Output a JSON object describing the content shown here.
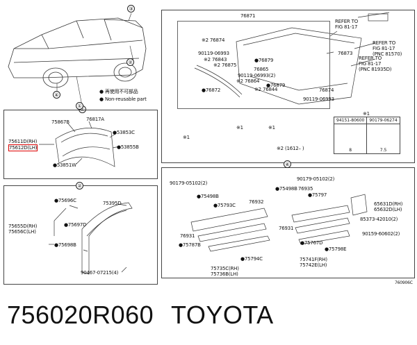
{
  "footer": {
    "part_number": "756020R060",
    "brand": "TOYOTA"
  },
  "diagram_code": "760906C",
  "legend": {
    "reuse": "再使用不可部品",
    "nonreuse": "Non-reusable part"
  },
  "callouts": {
    "c1": "①",
    "c2": "②",
    "c3": "③",
    "c4": "④"
  },
  "panel1": {
    "p75611": "75611D(RH)",
    "p75612": "75612D(LH)",
    "p75867": "75867B",
    "p76817": "76817A",
    "p53853": "●53853C",
    "p53855": "●53855B",
    "p53851": "●53851W"
  },
  "panel2": {
    "p75696": "●75696C",
    "p75395": "75395D",
    "p75655": "75655D(RH)",
    "p75656": "75656C(LH)",
    "p75697": "●75697D",
    "p75698": "●75698B",
    "p90467": "90467-07215(4)"
  },
  "panel3": {
    "p76871": "76871",
    "refer1a": "REFER TO",
    "refer1b": "FIG 81-17",
    "refer2a": "REFER TO",
    "refer2b": "FIG 81-17",
    "refer2c": "(PNC 81570)",
    "refer3a": "REFER TO",
    "refer3b": "FIG 81-17",
    "refer3c": "(PNC 81935D)",
    "p76874a": "※2 76874",
    "p90119a": "90119-06993",
    "p76843": "※2 76843",
    "p76875": "※2 76875",
    "p76873": "76873",
    "p76879a": "●76879",
    "p76865": "76865",
    "p90119b": "90119-06993(2)",
    "p76864": "※2 76864",
    "p76872": "●76872",
    "p76844": "※2 76844",
    "p76879b": "●76879",
    "p76874b": "76874",
    "p90119c": "90119-06993",
    "star1a": "※1",
    "star1b": "※1",
    "star1c": "※1",
    "note": "※2 (1612– )",
    "star1t": "※1",
    "t1": "94151-80600",
    "t2": "90179-06274",
    "d1": "8",
    "d2": "7.5"
  },
  "panel4": {
    "p90179a": "90179-05102(2)",
    "p90179b": "90179-05102(2)",
    "p75498a": "●75498B",
    "p75793": "●75793C",
    "p76932": "76932",
    "p76931a": "76931",
    "p75787": "●75787B",
    "p75794": "●75794C",
    "p75735": "75735C(RH)",
    "p75736": "75736B(LH)",
    "p75498b": "●75498B",
    "p76935": "76935",
    "p75797": "●75797",
    "p76931b": "76931",
    "p75767": "●75767D",
    "p75798": "●75798E",
    "p75741": "75741F(RH)",
    "p75742": "75742E(LH)",
    "p65631": "65631D(RH)",
    "p65632": "65632D(LH)",
    "p85373": "85373-42010(2)",
    "p90159": "90159-60602(2)"
  }
}
